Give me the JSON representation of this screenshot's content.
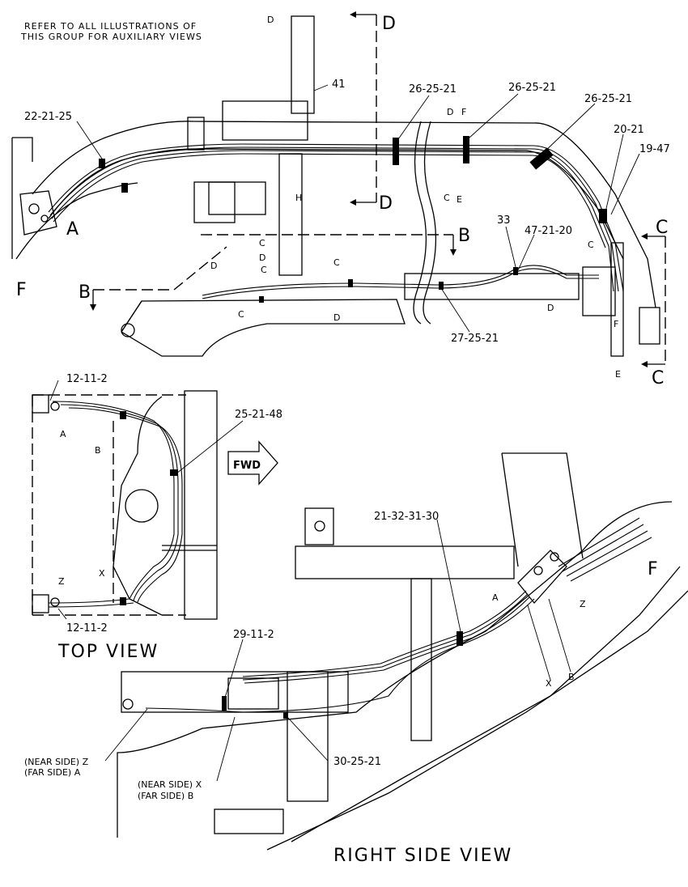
{
  "note": {
    "line1": "REFER TO ALL ILLUSTRATIONS OF",
    "line2": "THIS GROUP FOR AUXILIARY VIEWS"
  },
  "section_markers": {
    "D": "D",
    "B": "B",
    "C": "C",
    "F": "F"
  },
  "top_labels": {
    "p22_21_25": "22-21-25",
    "p41": "41",
    "p26_25_21_a": "26-25-21",
    "p26_25_21_b": "26-25-21",
    "p26_25_21_c": "26-25-21",
    "p20_21": "20-21",
    "p19_47": "19-47",
    "p33": "33",
    "p47_21_20": "47-21-20",
    "p27_25_21": "27-25-21"
  },
  "hose_letters": {
    "A": "A",
    "B": "B",
    "C": "C",
    "D": "D",
    "E": "E",
    "F": "F",
    "H": "H",
    "X": "X",
    "Z": "Z"
  },
  "top_view": {
    "title": "TOP VIEW",
    "p12_11_2_a": "12-11-2",
    "p12_11_2_b": "12-11-2",
    "p25_21_48": "25-21-48",
    "fwd": "FWD"
  },
  "side_view": {
    "title": "RIGHT SIDE VIEW",
    "p21_32_31_30": "21-32-31-30",
    "p29_11_2": "29-11-2",
    "p30_25_21": "30-25-21",
    "near_z_1": "(NEAR SIDE) Z",
    "far_a": "(FAR SIDE) A",
    "near_x": "(NEAR SIDE) X",
    "far_b": "(FAR SIDE) B"
  }
}
